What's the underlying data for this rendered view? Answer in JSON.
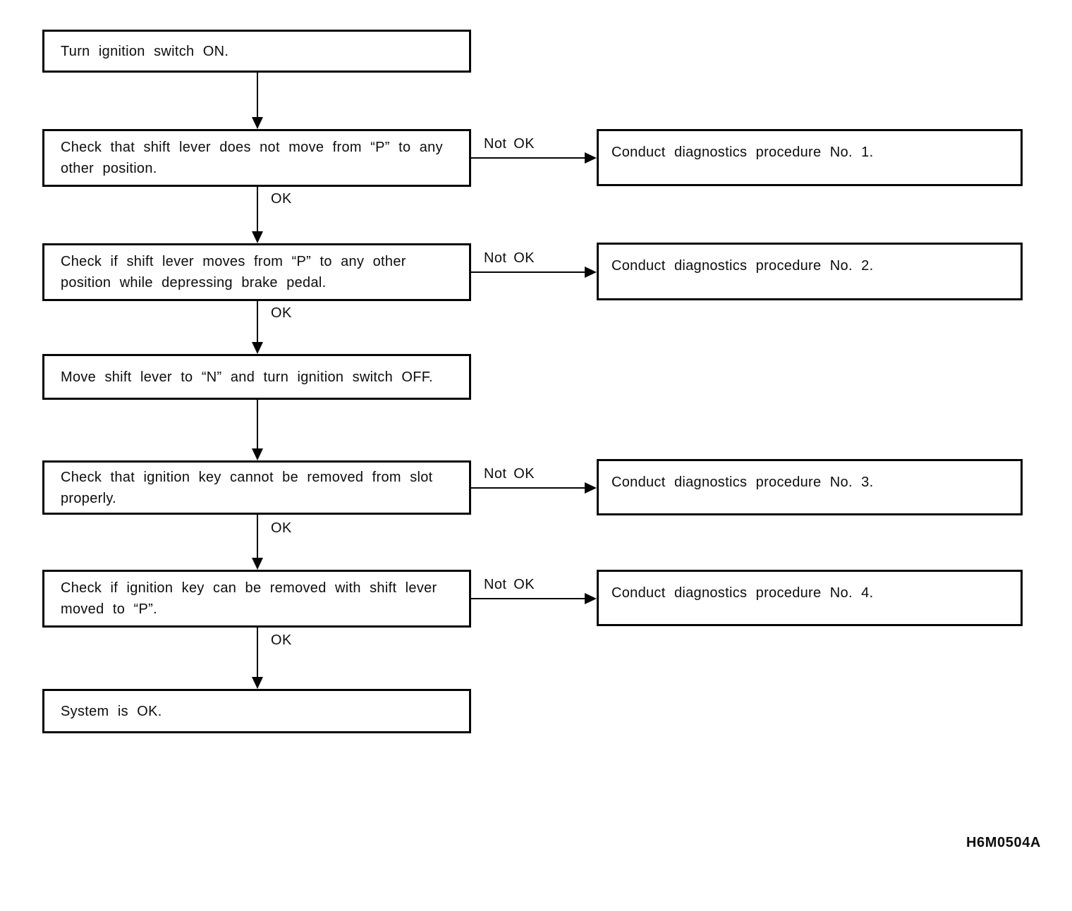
{
  "flowchart": {
    "figure_code": "H6M0504A",
    "steps": [
      {
        "text": "Turn ignition switch ON."
      },
      {
        "text": "Check that shift lever does not move from “P” to any other position.",
        "branch_label": "Not OK",
        "branch_action": "Conduct diagnostics procedure No. 1.",
        "pass_label": "OK"
      },
      {
        "text": "Check if shift lever moves from “P” to any other position while depressing brake pedal.",
        "branch_label": "Not OK",
        "branch_action": "Conduct diagnostics procedure No. 2.",
        "pass_label": "OK"
      },
      {
        "text": "Move shift lever to “N” and turn ignition switch OFF."
      },
      {
        "text": "Check that ignition key cannot be removed from slot properly.",
        "branch_label": "Not OK",
        "branch_action": "Conduct diagnostics procedure No. 3.",
        "pass_label": "OK"
      },
      {
        "text": "Check if ignition key can be removed with shift lever moved to “P”.",
        "branch_label": "Not OK",
        "branch_action": "Conduct diagnostics procedure No. 4.",
        "pass_label": "OK"
      },
      {
        "text": "System is OK."
      }
    ]
  }
}
